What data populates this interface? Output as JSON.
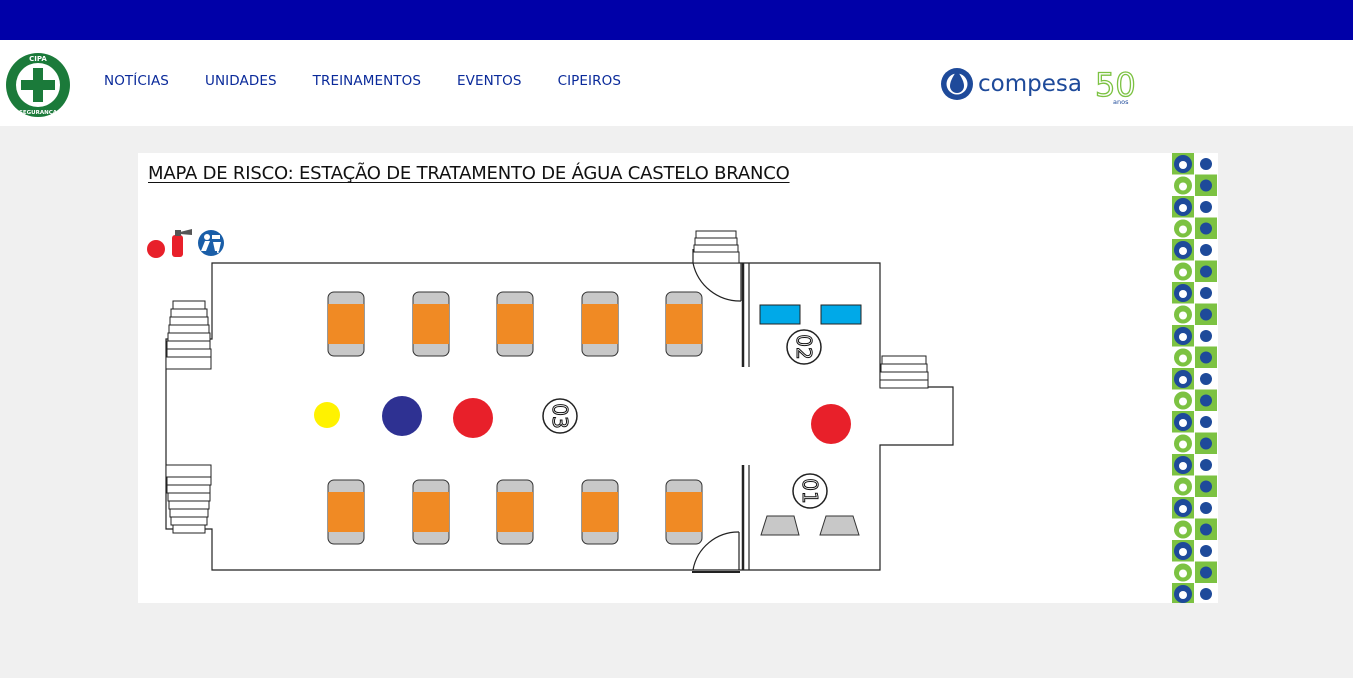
{
  "header": {
    "logo_text_top": "CIPA",
    "logo_text_bottom": "SEGURANÇA",
    "nav": [
      {
        "label": "NOTÍCIAS"
      },
      {
        "label": "UNIDADES"
      },
      {
        "label": "TREINAMENTOS"
      },
      {
        "label": "EVENTOS"
      },
      {
        "label": "CIPEIROS"
      }
    ],
    "brand": {
      "name": "compesa",
      "anniversary": "50",
      "anniversary_suffix": "anos"
    }
  },
  "map": {
    "title": "MAPA DE RISCO: ESTAÇÃO DE TRATAMENTO DE ÁGUA CASTELO BRANCO",
    "room_labels": [
      "03",
      "02",
      "01"
    ],
    "legend_icons": [
      "red-risk-dot-icon",
      "fire-extinguisher-icon",
      "safety-equipment-icon"
    ]
  },
  "colors": {
    "topbar": "#0000a8",
    "nav_link": "#0a2a9a",
    "risk_red": "#e8202a",
    "risk_blue": "#2e3192",
    "risk_yellow": "#fff200",
    "bed_orange": "#f08a24",
    "equipment_blue": "#00a9e8",
    "brand_blue": "#1e4a9a",
    "brand_green": "#7cc242"
  }
}
